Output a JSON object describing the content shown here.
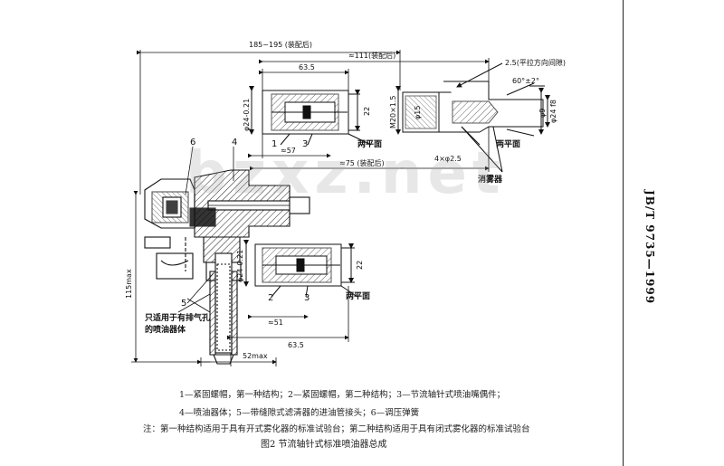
{
  "standard_code": "JB/T 9735—1999",
  "watermark": "bzxz.net",
  "dimensions": {
    "overall_length": "185~195 (装配后)",
    "length_111": "≈111(装配后)",
    "length_63_5_top": "63.5",
    "length_57": "≈57",
    "length_75": "≈75 (装配后)",
    "length_63_5_bottom": "63.5",
    "length_51": "≈51",
    "width_52": "52max",
    "height_115": "115max",
    "dia_24_top": "φ24-0.21",
    "dia_24_bottom": "φ24-0.21",
    "height_22_top": "22",
    "height_22_bottom": "22",
    "thread_m20": "M20×1.5",
    "dia_15": "φ15",
    "holes": "4×φ2.5",
    "dia_9": "φ9",
    "dia_24_h8": "φ24 f8",
    "angle": "60°±2°",
    "slot": "2.5(平拉方向间隙)"
  },
  "labels": {
    "flats_top": "两平面",
    "flats_mid": "两平面",
    "flats_bottom": "两平面",
    "atomizer": "消雾器",
    "note_vent": "只适用于有排气孔的喷油器体"
  },
  "part_numbers": [
    "1",
    "2",
    "3",
    "4",
    "5",
    "6"
  ],
  "captions": {
    "legend_line1": "1—紧固螺帽，第一种结构；2—紧固螺帽，第二种结构；3—节流轴针式喷油嘴偶件；",
    "legend_line2": "4—喷油器体；5—带缝隙式滤清器的进油管接头；6—调压弹簧",
    "note": "注：第一种结构适用于具有开式雾化器的标准试验台；第二种结构适用于具有闭式雾化器的标准试验台",
    "figure_title": "图2   节流轴针式标准喷油器总成"
  }
}
